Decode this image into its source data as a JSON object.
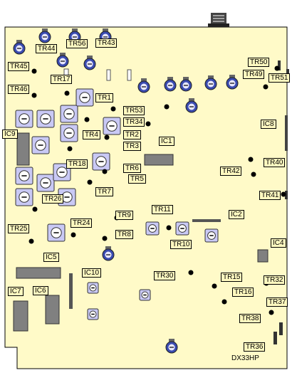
{
  "model": "DX33HP",
  "labels": {
    "TR44": "TR44",
    "TR56": "TR56",
    "TR43": "TR43",
    "TR50": "TR50",
    "TR45": "TR45",
    "TR49": "TR49",
    "TR51": "TR51",
    "TR17": "TR17",
    "TR46": "TR46",
    "TR1": "TR1",
    "TR53": "TR53",
    "TR34": "TR34",
    "IC8": "IC8",
    "TR4": "TR4",
    "TR2": "TR2",
    "IC9": "IC9",
    "IC1": "IC1",
    "TR3": "TR3",
    "TR18": "TR18",
    "TR6": "TR6",
    "TR40": "TR40",
    "TR42": "TR42",
    "TR5": "TR5",
    "TR7": "TR7",
    "TR26": "TR26",
    "TR41": "TR41",
    "TR11": "TR11",
    "TR9": "TR9",
    "IC2": "IC2",
    "TR24": "TR24",
    "TR25": "TR25",
    "TR8": "TR8",
    "TR10": "TR10",
    "IC4": "IC4",
    "IC5": "IC5",
    "IC10": "IC10",
    "TR30": "TR30",
    "TR15": "TR15",
    "TR32": "TR32",
    "IC7": "IC7",
    "IC6": "IC6",
    "TR16": "TR16",
    "TR37": "TR37",
    "TR38": "TR38",
    "TR36": "TR36"
  }
}
